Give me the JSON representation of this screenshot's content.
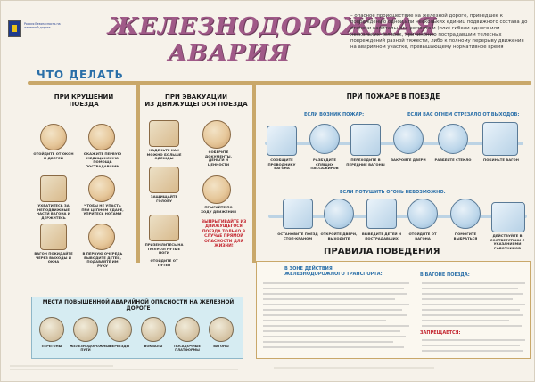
{
  "logo": {
    "text": "Россия Безопасность на железной дороге"
  },
  "title": {
    "line1": "ЖЕЛЕЗНОДОРОЖНАЯ",
    "line2": "АВАРИЯ"
  },
  "definition": "– опасное происшествие на железной дороге, приведшее к повреждению одной или нескольких единиц подвижного состава до степени капитального ремонта и (или) гибели одного или нескольких человек, причинению пострадавшим телесных повреждений разной тяжести, либо к полному перерыву движения на аварийном участке, превышающему нормативное время",
  "what_to_do": "ЧТО ДЕЛАТЬ",
  "sections": {
    "crash": {
      "line1": "ПРИ КРУШЕНИИ",
      "line2": "ПОЕЗДА"
    },
    "evac": {
      "line1": "ПРИ ЭВАКУАЦИИ",
      "line2": "ИЗ ДВИЖУЩЕГОСЯ ПОЕЗДА"
    },
    "fire": "ПРИ ПОЖАРЕ В ПОЕЗДЕ"
  },
  "crash_captions": [
    "ОТОЙДИТЕ ОТ ОКОН И ДВЕРЕЙ",
    "ОКАЖИТЕ ПЕРВУЮ МЕДИЦИНСКУЮ ПОМОЩЬ ПОСТРАДАВШИМ",
    "УХВАТИТЕСЬ ЗА НЕПОДВИЖНЫЕ ЧАСТИ ВАГОНА И ДЕРЖИТЕСЬ",
    "ЧТОБЫ НЕ УПАСТЬ ПРИ ЦЕПНОМ УДАРЕ, УПРИТЕСЬ НОГАМИ",
    "ВАГОН ПОКИДАЙТЕ ЧЕРЕЗ ВЫХОДЫ И ОКНА",
    "В ПЕРВУЮ ОЧЕРЕДЬ ВЫВОДИТЕ ДЕТЕЙ, ПОДАВАЙТЕ ИМ РУКУ"
  ],
  "evac_captions": [
    "НАДЕНЬТЕ КАК МОЖНО БОЛЬШЕ ОДЕЖДЫ",
    "СОБЕРИТЕ ДОКУМЕНТЫ, ДЕНЬГИ И ЦЕННОСТИ",
    "ЗАЩИЩАЙТЕ ГОЛОВУ",
    "ПРЫГАЙТЕ ПО ХОДУ ДВИЖЕНИЯ",
    "ПРИЗЕМЛИТЕСЬ НА ПОЛУСОГНУТЫЕ НОГИ",
    "ОТОЙДИТЕ ОТ ПУТЕЙ"
  ],
  "evac_warning": "ВЫПРЫГИВАЙТЕ ИЗ ДВИЖУЩЕГОСЯ ПОЕЗДА ТОЛЬКО В СЛУЧАЕ ПРЯМОЙ ОПАСНОСТИ ДЛЯ ЖИЗНИ!",
  "fire_subheads": {
    "if_fire": "ЕСЛИ ВОЗНИК ПОЖАР:",
    "if_cut": "ЕСЛИ ВАС ОГНЕМ ОТРЕЗАЛО ОТ ВЫХОДОВ:",
    "if_cant": "ЕСЛИ ПОТУШИТЬ ОГОНЬ НЕВОЗМОЖНО:"
  },
  "fire_captions_row1": [
    "СООБЩИТЕ ПРОВОДНИКУ ВАГОНА",
    "РАЗБУДИТЕ СПЯЩИХ ПАССАЖИРОВ",
    "ПЕРЕХОДИТЕ В ПЕРЕДНИЕ ВАГОНЫ",
    "ЗАКРОЙТЕ ДВЕРИ",
    "РАЗБЕЙТЕ СТЕКЛО",
    "ПОКИНЬТЕ ВАГОН"
  ],
  "fire_captions_row2": [
    "ОСТАНОВИТЕ ПОЕЗД СТОП-КРАНОМ",
    "ОТКРОЙТЕ ДВЕРИ, ВЫХОДИТЕ",
    "ВЫВЕДИТЕ ДЕТЕЙ И ПОСТРАДАВШИХ",
    "ОТОЙДИТЕ ОТ ВАГОНА",
    "ПОМОГИТЕ ВЫБРАТЬСЯ",
    "ДЕЙСТВУЙТЕ В СООТВЕТСТВИИ С УКАЗАНИЯМИ РАБОТНИКОВ"
  ],
  "rules_title": "ПРАВИЛА ПОВЕДЕНИЯ",
  "rules_zone": "В ЗОНЕ ДЕЙСТВИЯ ЖЕЛЕЗНОДОРОЖНОГО ТРАНСПОРТА:",
  "rules_car": "В ВАГОНЕ ПОЕЗДА:",
  "forbidden": "ЗАПРЕЩАЕТСЯ:",
  "danger_title": "МЕСТА ПОВЫШЕННОЙ АВАРИЙНОЙ ОПАСНОСТИ НА ЖЕЛЕЗНОЙ ДОРОГЕ",
  "danger_places": [
    "ПЕРЕГОНЫ",
    "ЖЕЛЕЗНОДОРОЖНЫЕ ПУТИ",
    "ПЕРЕЕЗДЫ",
    "ВОКЗАЛЫ",
    "ПОСАДОЧНЫЕ ПЛАТФОРМЫ",
    "ВАГОНЫ"
  ],
  "colors": {
    "title": "#a05a88",
    "accent_blue": "#2a6fa8",
    "bar": "#c9a86a",
    "warn": "#c3262f"
  }
}
